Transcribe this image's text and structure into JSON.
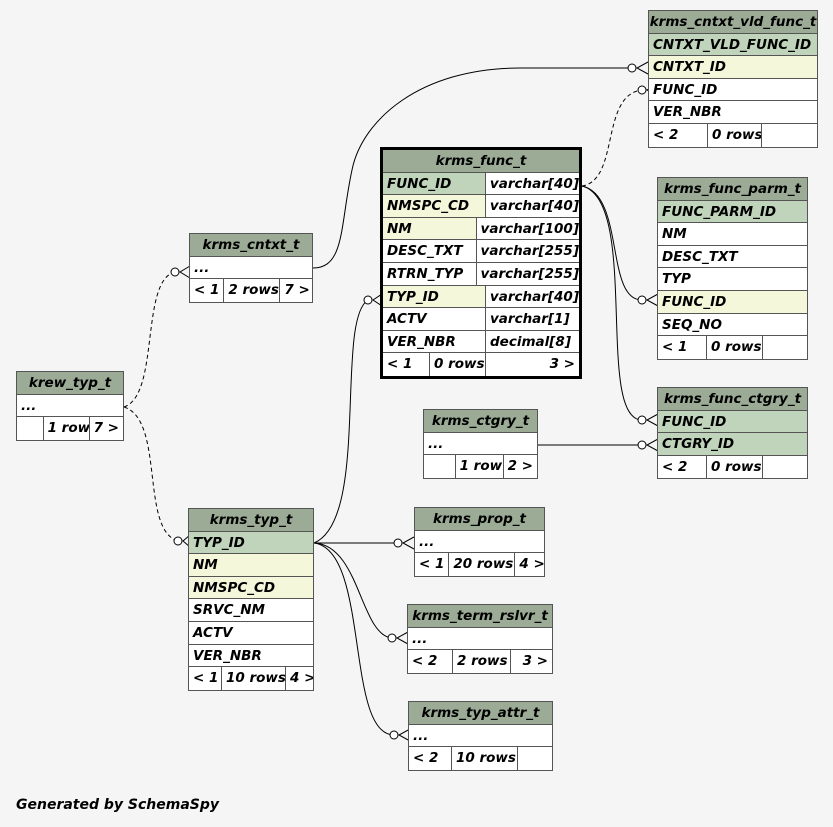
{
  "tables": {
    "krms_cntxt_vld_func_t": {
      "name": "krms_cntxt_vld_func_t",
      "columns": [
        "CNTXT_VLD_FUNC_ID",
        "CNTXT_ID",
        "FUNC_ID",
        "VER_NBR"
      ],
      "parents": "< 2",
      "rows": "0 rows",
      "children": ""
    },
    "krms_func_t": {
      "name": "krms_func_t",
      "columns": [
        {
          "name": "FUNC_ID",
          "type": "varchar[40]"
        },
        {
          "name": "NMSPC_CD",
          "type": "varchar[40]"
        },
        {
          "name": "NM",
          "type": "varchar[100]"
        },
        {
          "name": "DESC_TXT",
          "type": "varchar[255]"
        },
        {
          "name": "RTRN_TYP",
          "type": "varchar[255]"
        },
        {
          "name": "TYP_ID",
          "type": "varchar[40]"
        },
        {
          "name": "ACTV",
          "type": "varchar[1]"
        },
        {
          "name": "VER_NBR",
          "type": "decimal[8]"
        }
      ],
      "parents": "< 1",
      "rows": "0 rows",
      "children": "3 >"
    },
    "krms_func_parm_t": {
      "name": "krms_func_parm_t",
      "columns": [
        "FUNC_PARM_ID",
        "NM",
        "DESC_TXT",
        "TYP",
        "FUNC_ID",
        "SEQ_NO"
      ],
      "parents": "< 1",
      "rows": "0 rows",
      "children": ""
    },
    "krms_cntxt_t": {
      "name": "krms_cntxt_t",
      "columns": [
        "..."
      ],
      "parents": "< 1",
      "rows": "2 rows",
      "children": "7 >"
    },
    "krew_typ_t": {
      "name": "krew_typ_t",
      "columns": [
        "..."
      ],
      "parents": "",
      "rows": "1 row",
      "children": "7 >"
    },
    "krms_ctgry_t": {
      "name": "krms_ctgry_t",
      "columns": [
        "..."
      ],
      "parents": "",
      "rows": "1 row",
      "children": "2 >"
    },
    "krms_func_ctgry_t": {
      "name": "krms_func_ctgry_t",
      "columns": [
        "FUNC_ID",
        "CTGRY_ID"
      ],
      "parents": "< 2",
      "rows": "0 rows",
      "children": ""
    },
    "krms_typ_t": {
      "name": "krms_typ_t",
      "columns": [
        "TYP_ID",
        "NM",
        "NMSPC_CD",
        "SRVC_NM",
        "ACTV",
        "VER_NBR"
      ],
      "parents": "< 1",
      "rows": "10 rows",
      "children": "4 >"
    },
    "krms_prop_t": {
      "name": "krms_prop_t",
      "columns": [
        "..."
      ],
      "parents": "< 1",
      "rows": "20 rows",
      "children": "4 >"
    },
    "krms_term_rslvr_t": {
      "name": "krms_term_rslvr_t",
      "columns": [
        "..."
      ],
      "parents": "< 2",
      "rows": "2 rows",
      "children": "3 >"
    },
    "krms_typ_attr_t": {
      "name": "krms_typ_attr_t",
      "columns": [
        "..."
      ],
      "parents": "< 2",
      "rows": "10 rows",
      "children": ""
    }
  },
  "footer": "Generated by SchemaSpy",
  "colors": {
    "header": "#9bab96",
    "primary_key": "#bfd4bb",
    "foreign_key": "#f4f7da",
    "background": "#f5f5f5"
  }
}
